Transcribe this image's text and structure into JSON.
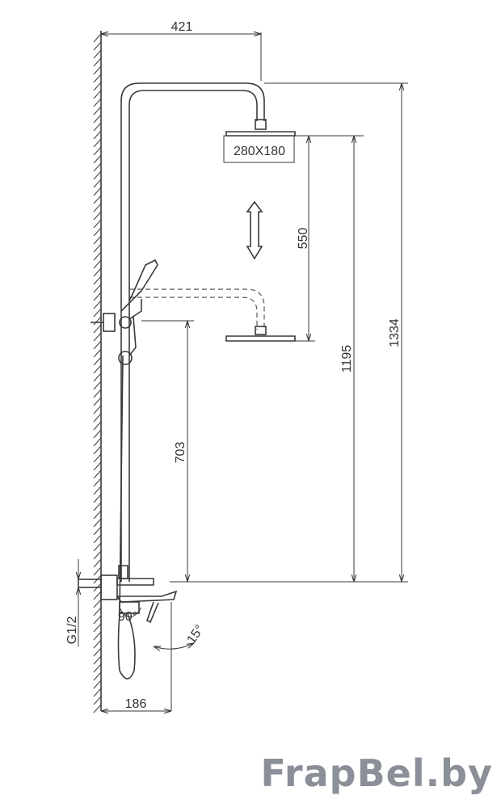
{
  "dimensions": {
    "arm_length": "421",
    "head_size": "280X180",
    "height_adjust": "550",
    "total_height": "1334",
    "bracket_height": "1195",
    "handle_height": "703",
    "thread": "G1/2",
    "spout_rotation": "90°",
    "lever_angle": "15°",
    "spout_reach": "186"
  },
  "watermark": "FrapBel.by"
}
